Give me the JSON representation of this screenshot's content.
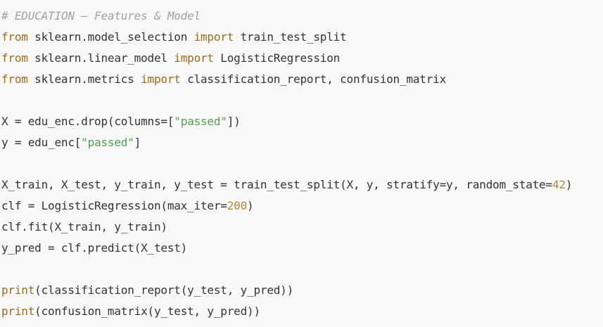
{
  "editor": {
    "lines": [
      {
        "tokens": [
          {
            "t": "comment",
            "v": "# EDUCATION — Features & Model"
          }
        ]
      },
      {
        "tokens": [
          {
            "t": "keyword",
            "v": "from"
          },
          {
            "t": "plain",
            "v": " sklearn.model_selection "
          },
          {
            "t": "keyword",
            "v": "import"
          },
          {
            "t": "plain",
            "v": " train_test_split"
          }
        ]
      },
      {
        "tokens": [
          {
            "t": "keyword",
            "v": "from"
          },
          {
            "t": "plain",
            "v": " sklearn.linear_model "
          },
          {
            "t": "keyword",
            "v": "import"
          },
          {
            "t": "plain",
            "v": " LogisticRegression"
          }
        ]
      },
      {
        "tokens": [
          {
            "t": "keyword",
            "v": "from"
          },
          {
            "t": "plain",
            "v": " sklearn.metrics "
          },
          {
            "t": "keyword",
            "v": "import"
          },
          {
            "t": "plain",
            "v": " classification_report, confusion_matrix"
          }
        ]
      },
      {
        "tokens": []
      },
      {
        "tokens": [
          {
            "t": "plain",
            "v": "X = edu_enc.drop(columns=["
          },
          {
            "t": "string",
            "v": "\"passed\""
          },
          {
            "t": "plain",
            "v": "])"
          }
        ]
      },
      {
        "tokens": [
          {
            "t": "plain",
            "v": "y = edu_enc["
          },
          {
            "t": "string",
            "v": "\"passed\""
          },
          {
            "t": "plain",
            "v": "]"
          }
        ]
      },
      {
        "tokens": []
      },
      {
        "tokens": [
          {
            "t": "plain",
            "v": "X_train, X_test, y_train, y_test = train_test_split(X, y, stratify=y, random_state="
          },
          {
            "t": "number",
            "v": "42"
          },
          {
            "t": "plain",
            "v": ")"
          }
        ]
      },
      {
        "tokens": [
          {
            "t": "plain",
            "v": "clf = LogisticRegression(max_iter="
          },
          {
            "t": "number",
            "v": "200"
          },
          {
            "t": "plain",
            "v": ")"
          }
        ]
      },
      {
        "tokens": [
          {
            "t": "plain",
            "v": "clf.fit(X_train, y_train)"
          }
        ]
      },
      {
        "tokens": [
          {
            "t": "plain",
            "v": "y_pred = clf.predict(X_test)"
          }
        ]
      },
      {
        "tokens": []
      },
      {
        "tokens": [
          {
            "t": "keyword",
            "v": "print"
          },
          {
            "t": "plain",
            "v": "(classification_report(y_test, y_pred))"
          }
        ]
      },
      {
        "tokens": [
          {
            "t": "keyword",
            "v": "print"
          },
          {
            "t": "plain",
            "v": "(confusion_matrix(y_test, y_pred))"
          }
        ]
      }
    ]
  },
  "colors": {
    "background": "#f8f8f8",
    "plain": "#333333",
    "comment": "#a0a1a7",
    "keyword": "#9c6d1c",
    "string": "#50a14f",
    "number": "#b5883a"
  }
}
